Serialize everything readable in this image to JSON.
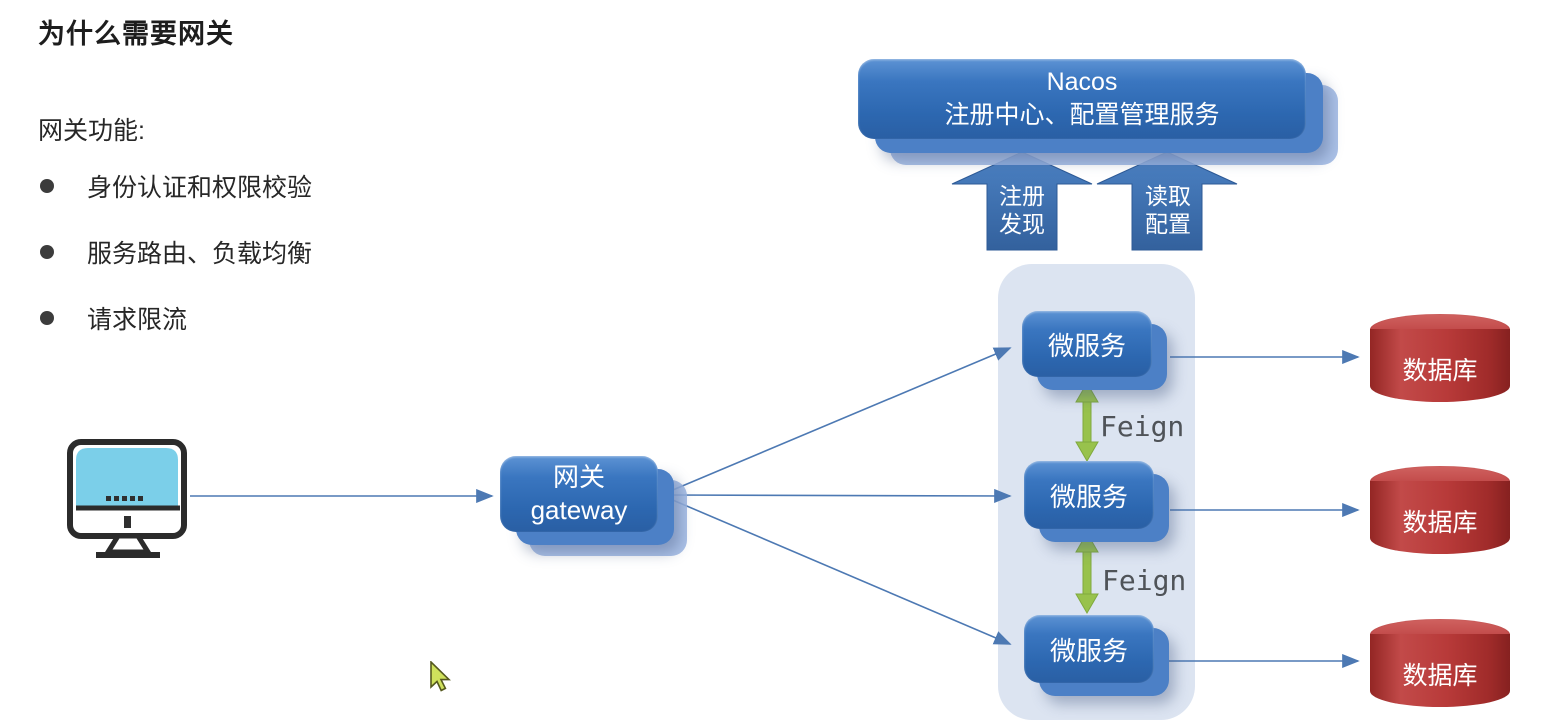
{
  "heading": {
    "title": "为什么需要网关",
    "subtitle": "网关功能:"
  },
  "bullets": [
    "身份认证和权限校验",
    "服务路由、负载均衡",
    "请求限流"
  ],
  "nacos": {
    "name": "Nacos",
    "desc": "注册中心、配置管理服务"
  },
  "block_arrows": {
    "register": {
      "line1": "注册",
      "line2": "发现"
    },
    "config": {
      "line1": "读取",
      "line2": "配置"
    }
  },
  "gateway": {
    "line1": "网关",
    "line2": "gateway"
  },
  "services": [
    {
      "label": "微服务"
    },
    {
      "label": "微服务"
    },
    {
      "label": "微服务"
    }
  ],
  "feign_labels": [
    "Feign",
    "Feign"
  ],
  "databases": [
    {
      "label": "数据库"
    },
    {
      "label": "数据库"
    },
    {
      "label": "数据库"
    }
  ],
  "icons": {
    "client": "desktop-computer-icon",
    "cursor": "mouse-cursor-icon"
  },
  "colors": {
    "line-blue": "#4d79b3",
    "box-blue": "#306bb3",
    "box-blue-light": "#4c80c6",
    "stack-light": "#9cb6e3",
    "service-blue": "#2f74c0",
    "container-bg": "#dce4f1",
    "db-red": "#b23432",
    "green": "#98c24c",
    "screen-cyan": "#7bcfe9",
    "feign-gray": "#4f5358",
    "text-dark": "#272727"
  }
}
